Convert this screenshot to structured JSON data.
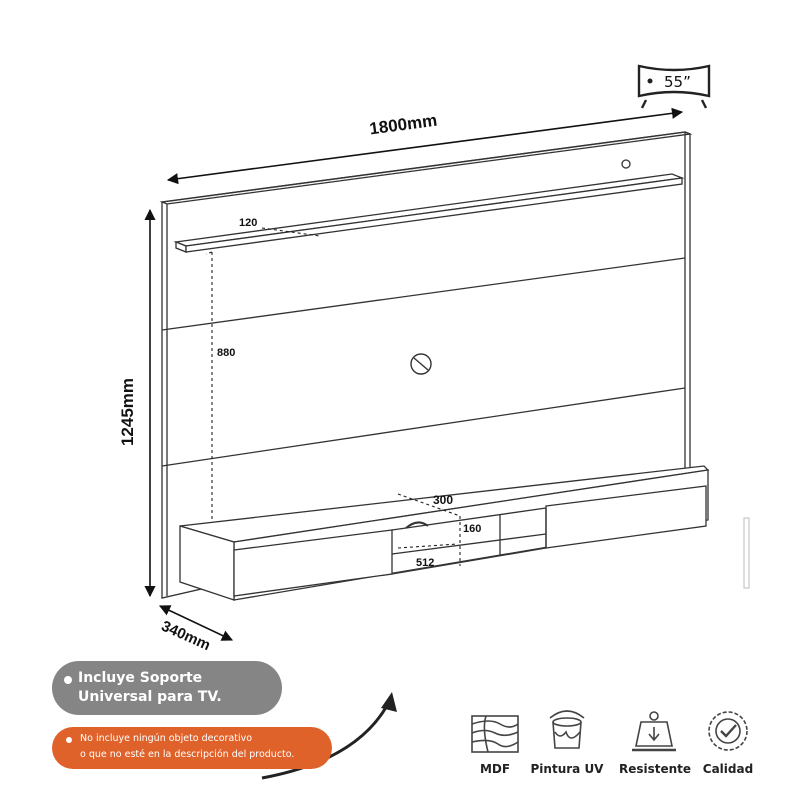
{
  "dimensions": {
    "width": "1800mm",
    "height": "1245mm",
    "depth": "340mm",
    "shelf_depth": "120",
    "shelf_height": "880",
    "niche_depth": "300",
    "niche_height": "160",
    "niche_width": "512"
  },
  "tv_badge": {
    "size": "55”",
    "icon": "tv-icon"
  },
  "notes": {
    "support": "Incluye Soporte Universal para TV.",
    "disclaimer_line1": "No incluye ningún objeto decorativo",
    "disclaimer_line2": "o que no esté en la descripción del producto."
  },
  "features": [
    {
      "label": "MDF",
      "icon": "wood-grain-icon"
    },
    {
      "label": "Pintura UV",
      "icon": "paint-bucket-icon"
    },
    {
      "label": "Resistente",
      "icon": "weight-icon"
    },
    {
      "label": "Calidad",
      "icon": "quality-badge-icon"
    }
  ],
  "colors": {
    "orange": "#e0622b",
    "gray": "#858585",
    "line": "#222222"
  }
}
